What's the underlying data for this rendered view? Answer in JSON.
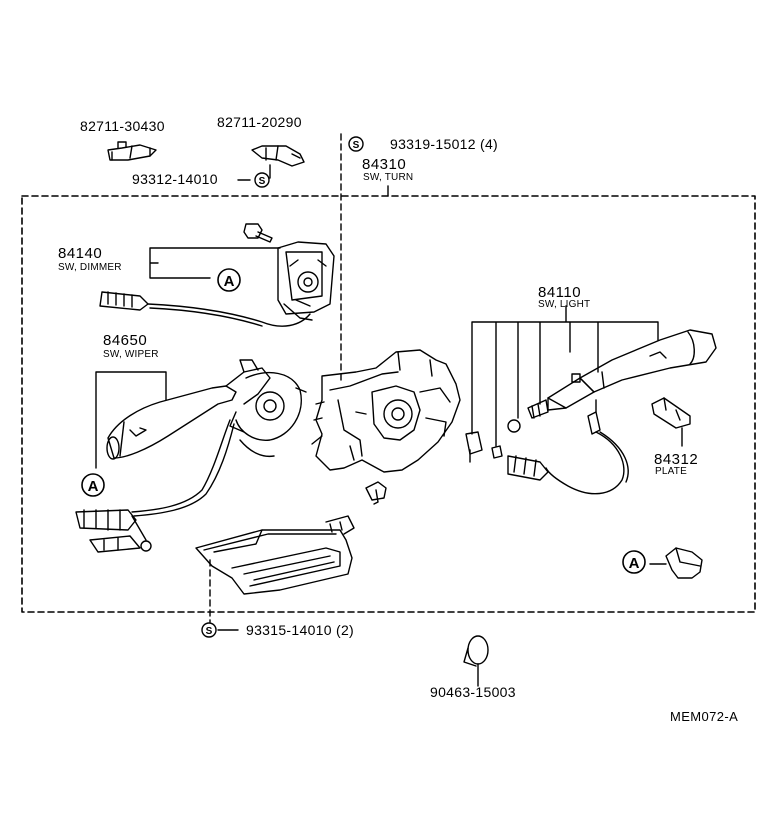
{
  "parts": {
    "clip_a": "82711-30430",
    "clip_b": "82711-20290",
    "screw_top": "93312-14010",
    "screw_turn": "93319-15012 (4)",
    "turn_no": "84310",
    "turn_name": "SW, TURN",
    "dimmer_no": "84140",
    "dimmer_name": "SW, DIMMER",
    "wiper_no": "84650",
    "wiper_name": "SW, WIPER",
    "light_no": "84110",
    "light_name": "SW, LIGHT",
    "plate_no": "84312",
    "plate_name": "PLATE",
    "screw_bottom": "93315-14010 (2)",
    "band": "90463-15003"
  },
  "markers": {
    "a": "A",
    "s": "S"
  },
  "diagram_code": "MEM072-A"
}
